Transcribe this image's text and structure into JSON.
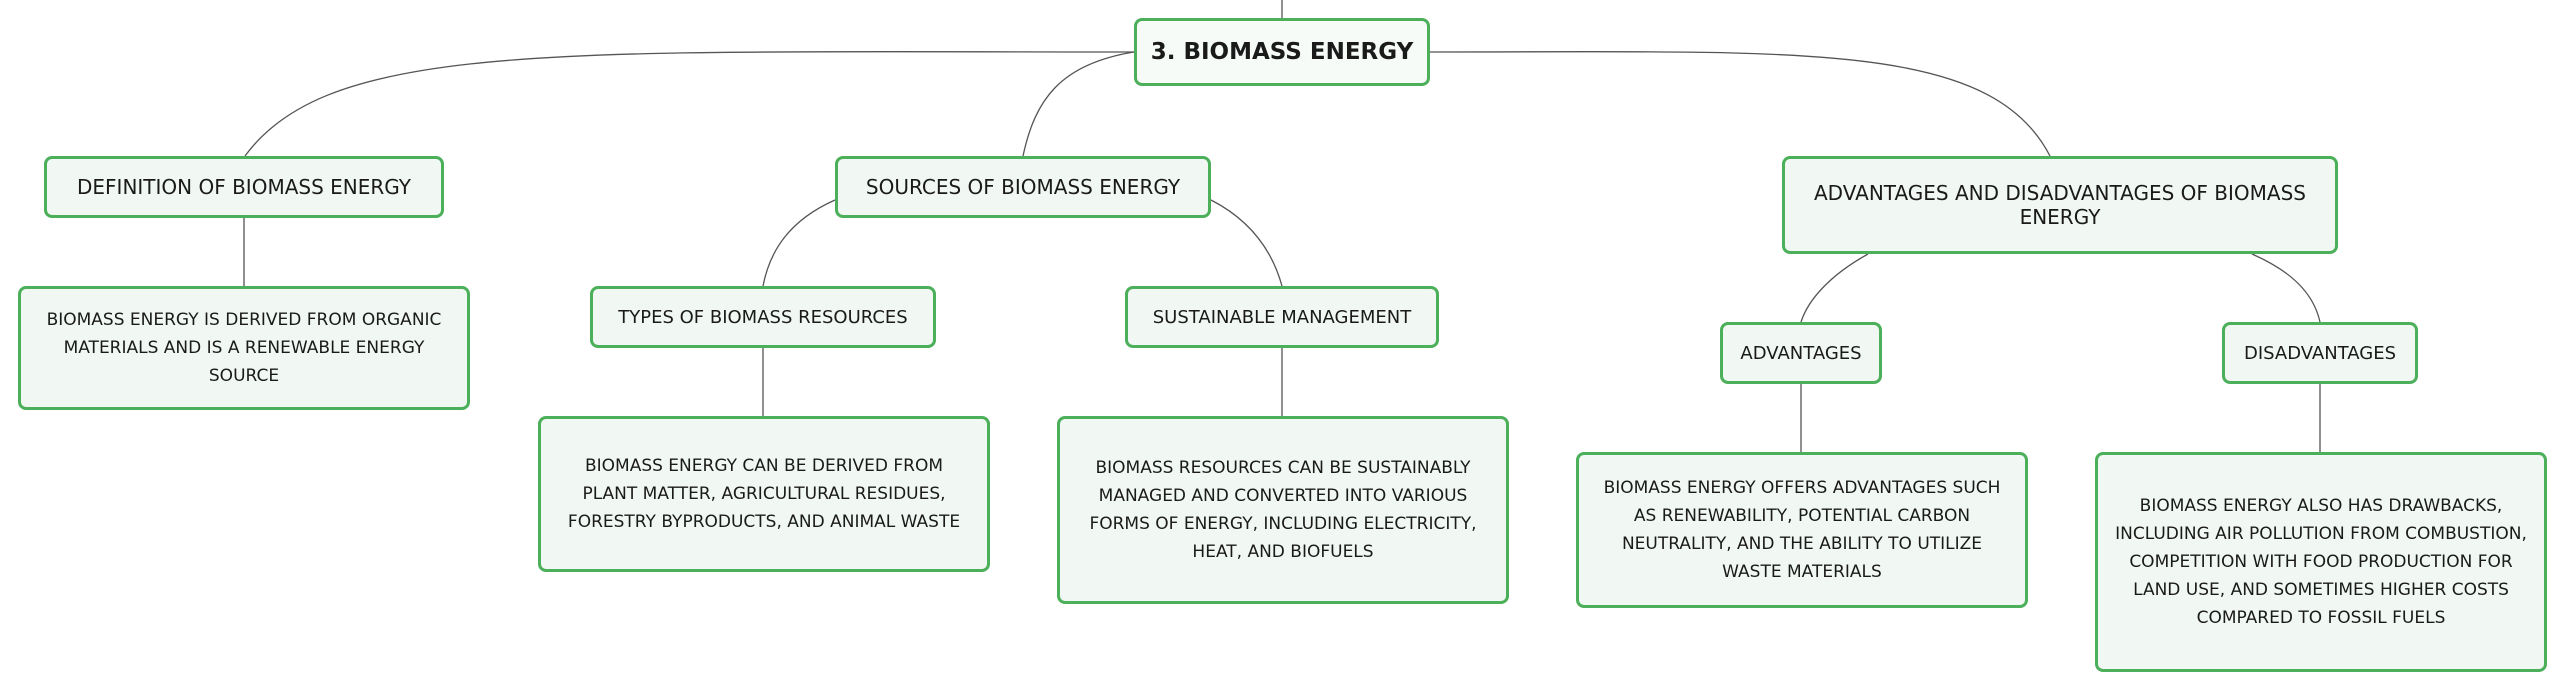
{
  "mindmap": {
    "root": "3. BIOMASS ENERGY",
    "definition": {
      "title": "DEFINITION OF BIOMASS ENERGY",
      "detail": "BIOMASS ENERGY IS DERIVED FROM ORGANIC MATERIALS AND IS A RENEWABLE ENERGY SOURCE"
    },
    "sources": {
      "title": "SOURCES OF BIOMASS ENERGY",
      "types": {
        "title": "TYPES OF BIOMASS RESOURCES",
        "detail": "BIOMASS ENERGY CAN BE DERIVED FROM PLANT MATTER, AGRICULTURAL RESIDUES, FORESTRY BYPRODUCTS, AND ANIMAL WASTE"
      },
      "sustainable": {
        "title": "SUSTAINABLE MANAGEMENT",
        "detail": "BIOMASS RESOURCES CAN BE SUSTAINABLY MANAGED AND CONVERTED INTO VARIOUS FORMS OF ENERGY, INCLUDING ELECTRICITY, HEAT, AND BIOFUELS"
      }
    },
    "pros_cons": {
      "title": "ADVANTAGES AND DISADVANTAGES OF BIOMASS ENERGY",
      "advantages": {
        "title": "ADVANTAGES",
        "detail": "BIOMASS ENERGY OFFERS ADVANTAGES SUCH AS RENEWABILITY, POTENTIAL CARBON NEUTRALITY, AND THE ABILITY TO UTILIZE WASTE MATERIALS"
      },
      "disadvantages": {
        "title": "DISADVANTAGES",
        "detail": "BIOMASS ENERGY ALSO HAS DRAWBACKS, INCLUDING AIR POLLUTION FROM COMBUSTION, COMPETITION WITH FOOD PRODUCTION FOR LAND USE, AND SOMETIMES HIGHER COSTS COMPARED TO FOSSIL FUELS"
      }
    }
  },
  "colors": {
    "node_border": "#4caf5a",
    "node_fill": "#f1f8f3",
    "connector": "#555555"
  }
}
